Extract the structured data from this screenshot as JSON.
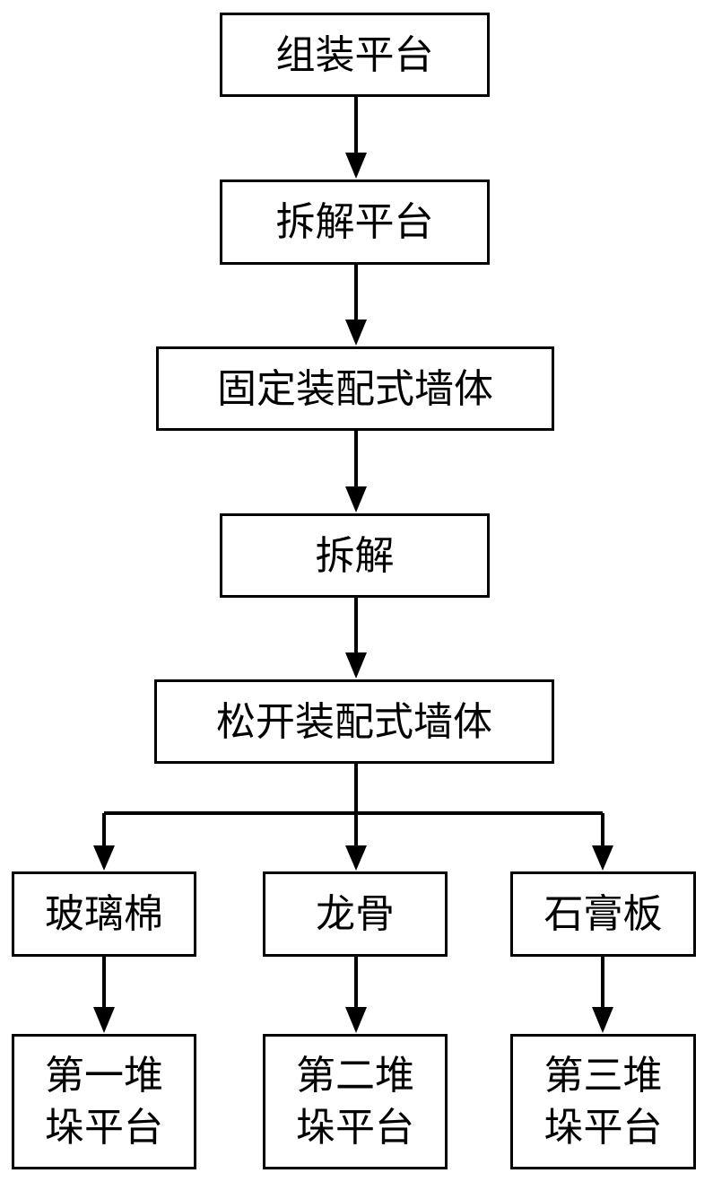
{
  "diagram": {
    "nodes": {
      "assembly_platform": "组装平台",
      "disassembly_platform": "拆解平台",
      "fix_wall": "固定装配式墙体",
      "disassemble": "拆解",
      "loosen_wall": "松开装配式墙体",
      "glass_wool": "玻璃棉",
      "keel": "龙骨",
      "gypsum_board": "石膏板",
      "stack_1": {
        "line1": "第一堆",
        "line2": "垛平台"
      },
      "stack_2": {
        "line1": "第二堆",
        "line2": "垛平台"
      },
      "stack_3": {
        "line1": "第三堆",
        "line2": "垛平台"
      }
    },
    "colors": {
      "stroke": "#000000",
      "fill": "#ffffff",
      "text": "#000000"
    }
  }
}
